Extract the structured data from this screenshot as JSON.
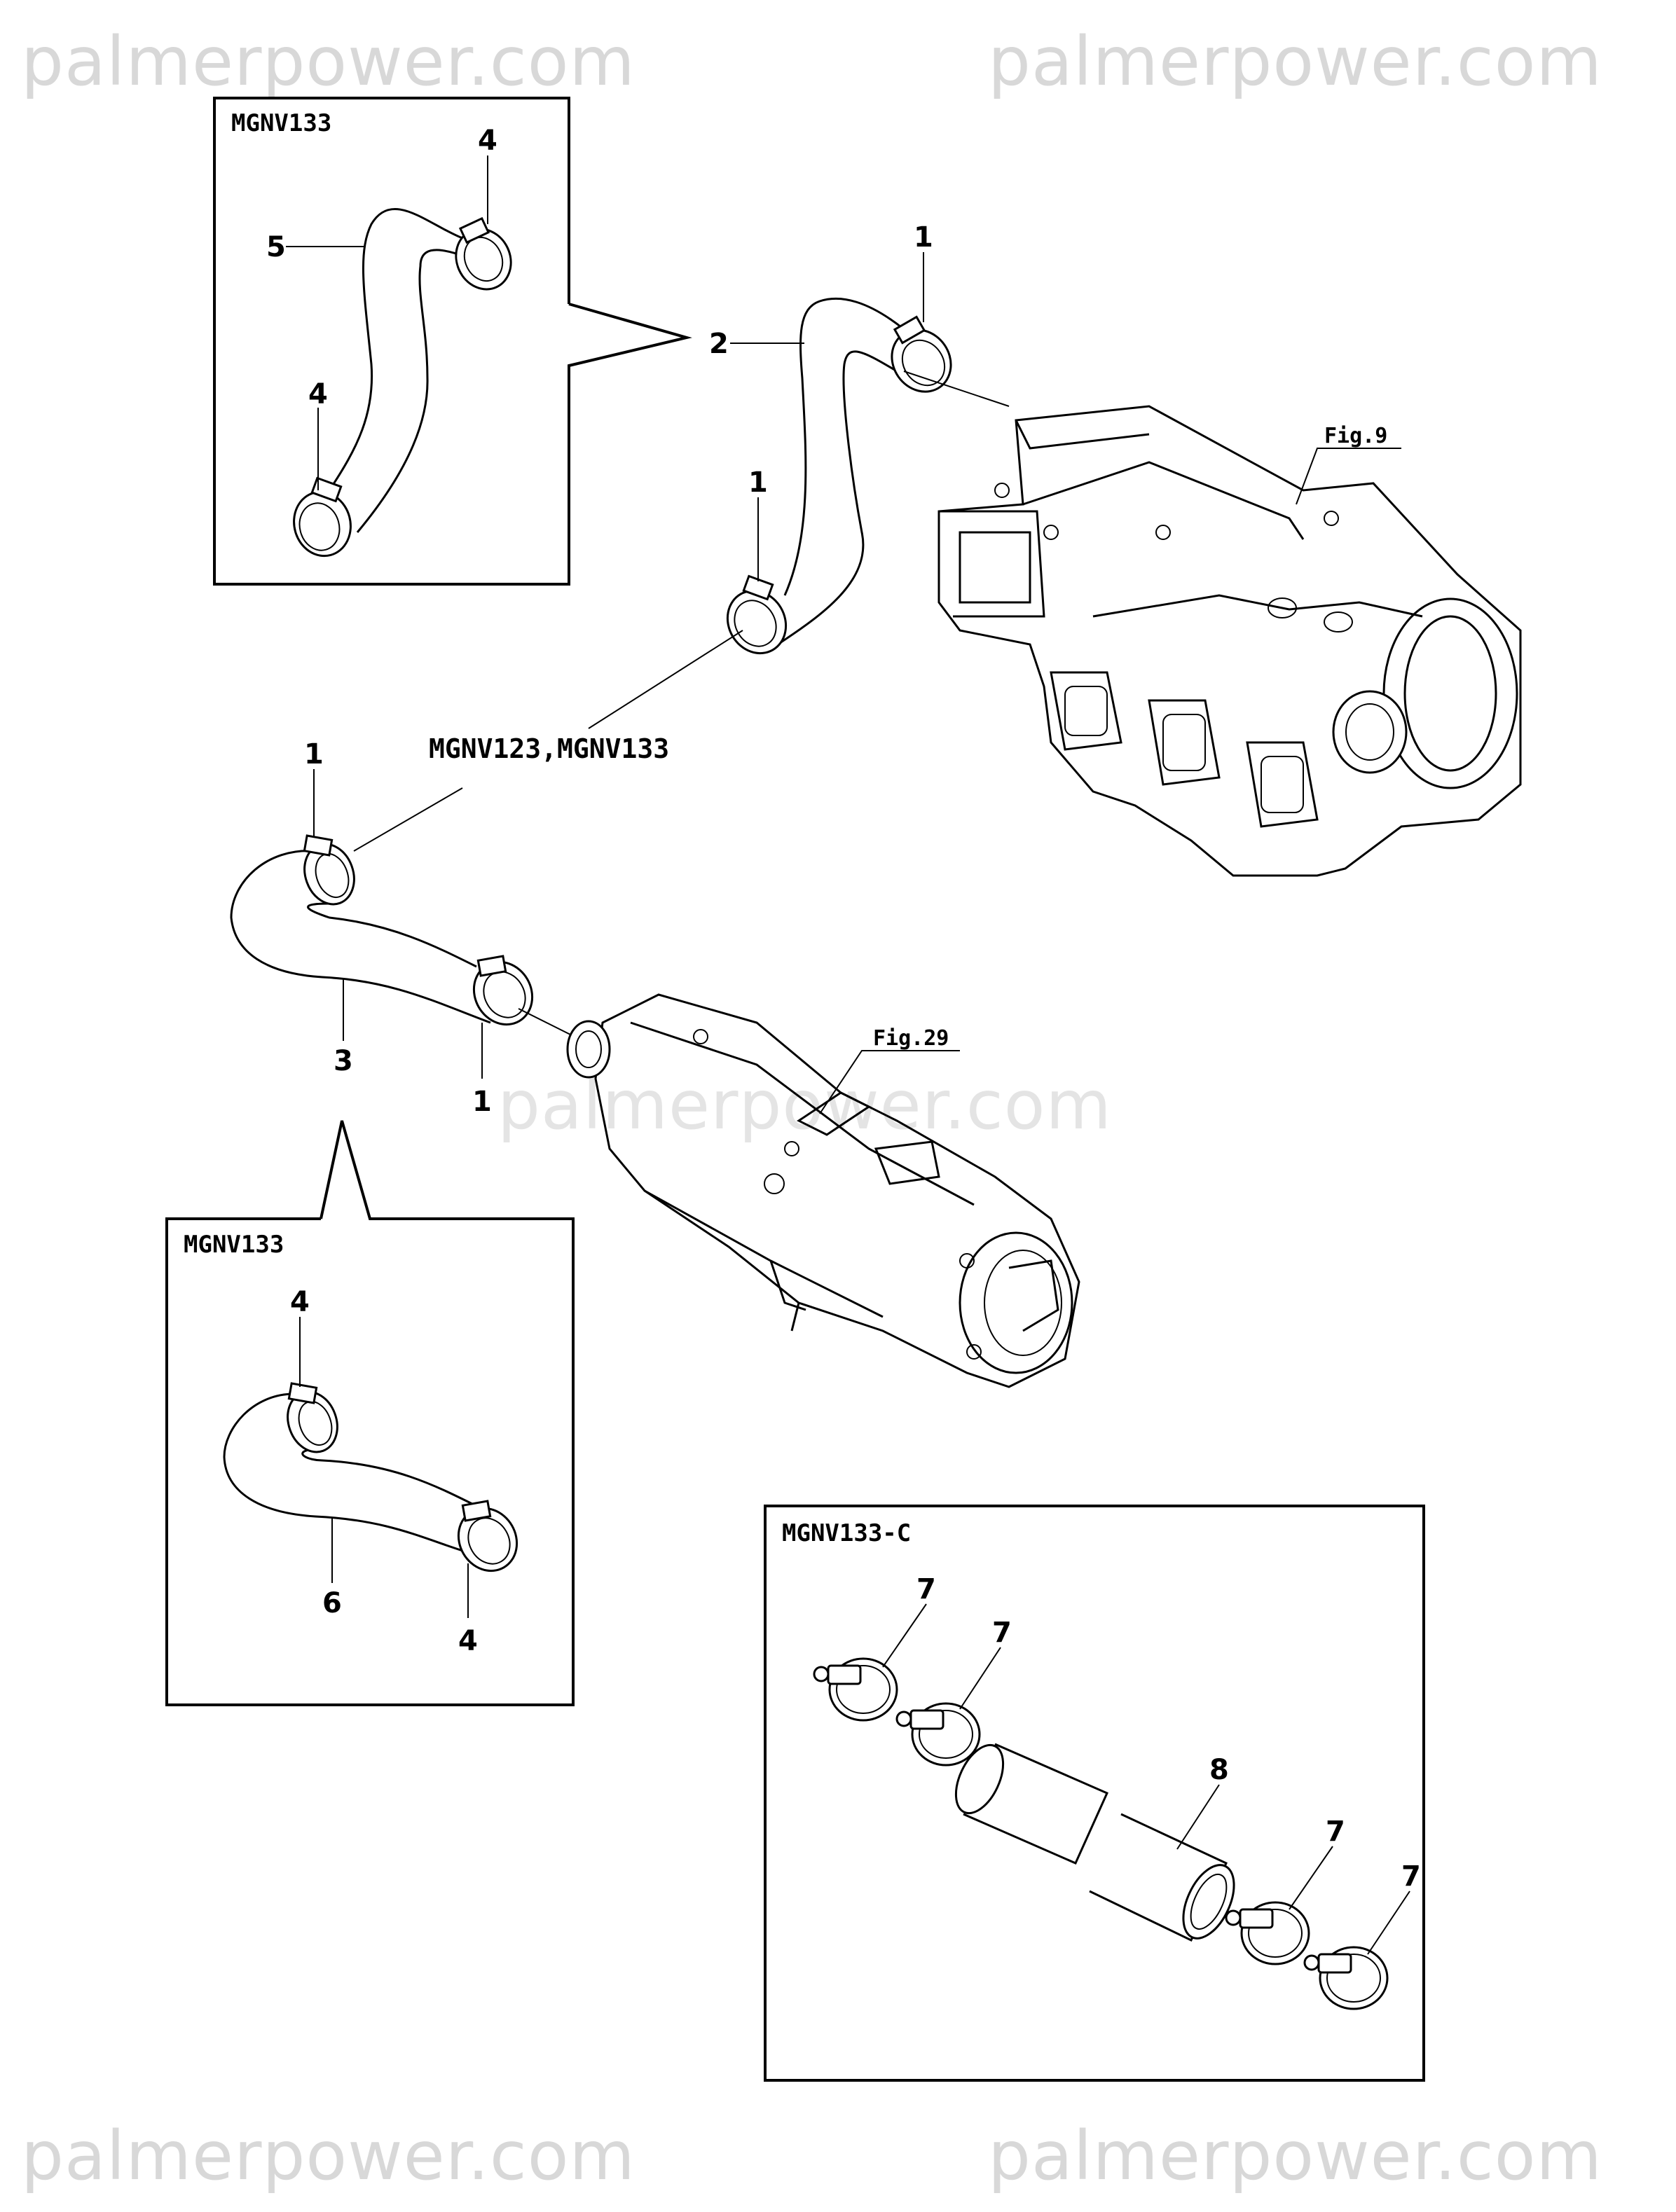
{
  "watermark": {
    "text": "palmerpower.com"
  },
  "inset_boxes": {
    "top_left": "MGNV133",
    "bottom_left": "MGNV133",
    "bottom_right": "MGNV133-C"
  },
  "variant_label": "MGNV123,MGNV133",
  "figure_refs": {
    "manifold": "Fig.9",
    "cooler": "Fig.29"
  },
  "callouts": {
    "tl_clamp_top": "4",
    "tl_hose": "5",
    "tl_clamp_bottom": "4",
    "upper_clamp_top": "1",
    "upper_hose": "2",
    "upper_clamp_bottom": "1",
    "lower_clamp_top": "1",
    "lower_hose": "3",
    "lower_clamp_bottom": "1",
    "bl_clamp_top": "4",
    "bl_hose": "6",
    "bl_clamp_bottom": "4",
    "br_clamp_1": "7",
    "br_clamp_2": "7",
    "br_tube": "8",
    "br_clamp_3": "7",
    "br_clamp_4": "7"
  }
}
